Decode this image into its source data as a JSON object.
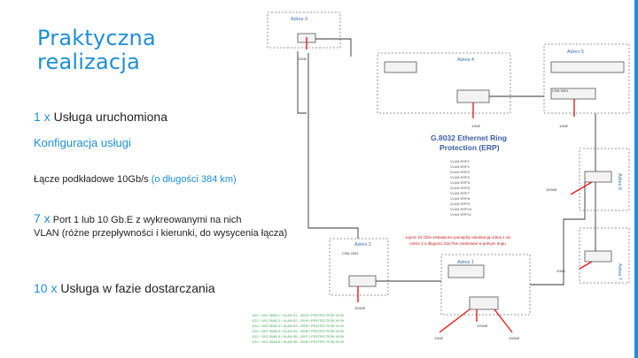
{
  "slide": {
    "title_line1": "Praktyczna",
    "title_line2": "realizacja",
    "item1_num": "1 x",
    "item1_text": "Usługa uruchomiona",
    "config": "Konfiguracja usługi",
    "link_text": "Łącze podkładowe 10Gb/s",
    "link_paren": "(o długości 384 km)",
    "item2_num": "7 x",
    "item2_text_a": "Port 1 lub 10 Gb.E z wykreowanymi na nich",
    "item2_text_b": "VLAN (różne przepływności i kierunki, do wysycenia łącza)",
    "item3_num": "10 x",
    "item3_text": "Usługa w fazie dostarczania"
  },
  "diagram": {
    "adres3": "Adres 3",
    "adres4": "Adres 4",
    "adres5": "Adres 5",
    "adres6": "Adres 6",
    "adres7": "Adres 7",
    "adres2": "Adres 2",
    "adres1": "Adres 1",
    "csn_a2": "CSN 2001",
    "csn_a5": "CSN 3001",
    "erp_title_1": "G.8032 Ethernet Ring",
    "erp_title_2": "Protection (ERP)",
    "port_1gbe_a3": "1GbE",
    "port_1gbe_a4": "1GbE",
    "port_1gbe_a5": "1GbE",
    "port_10gbe_a2": "10GbE",
    "port_10gbe_a1": "10GbE",
    "port_1gbe_bottom": "1GbE",
    "port_10gbe_bottom": "10GbE",
    "port_1gbe_a7": "1GbE",
    "port_10gbe_a6": "10GbE",
    "ring_note_1": "Łącze 10 Gb/s zestawione pomiędzy lokalizacją Adres 1 do",
    "ring_note_2": "Adres 3 o długości 318,7km zamknięte w jednym ringu",
    "vlan_list": [
      "VLAN ERP1",
      "VLAN ERP2",
      "VLAN ERP3",
      "VLAN ERP4",
      "VLAN ERP5",
      "VLAN ERP6",
      "VLAN ERP7",
      "VLAN ERP8",
      "VLAN ERP9",
      "VLAN ERP10",
      "VLAN ERP11"
    ],
    "bottom_legend": [
      "1G2 / 10G 3048-1 / VLAN 91 - 2003 / PROTECTION VL99",
      "1G2 / 10G 3048-2 / VLAN 92 - 2004 / PROTECTION VL99",
      "1G2 / 10G 3048-3 / VLAN 93 - 2005 / PROTECTION VL99",
      "1G2 / 10G 3048-4 / VLAN 94 - 2006 / PROTECTION VL99",
      "1G2 / 10G 3048-5 / VLAN 95 - 2007 / PROTECTION VL99",
      "1G2 / 10G 3048-6 / VLAN 96 - 2008 / PROTECTION VL99"
    ],
    "colors": {
      "ring_line": "#e02020",
      "title": "#3b5fa8",
      "legend_green": "#3aa64a"
    }
  }
}
